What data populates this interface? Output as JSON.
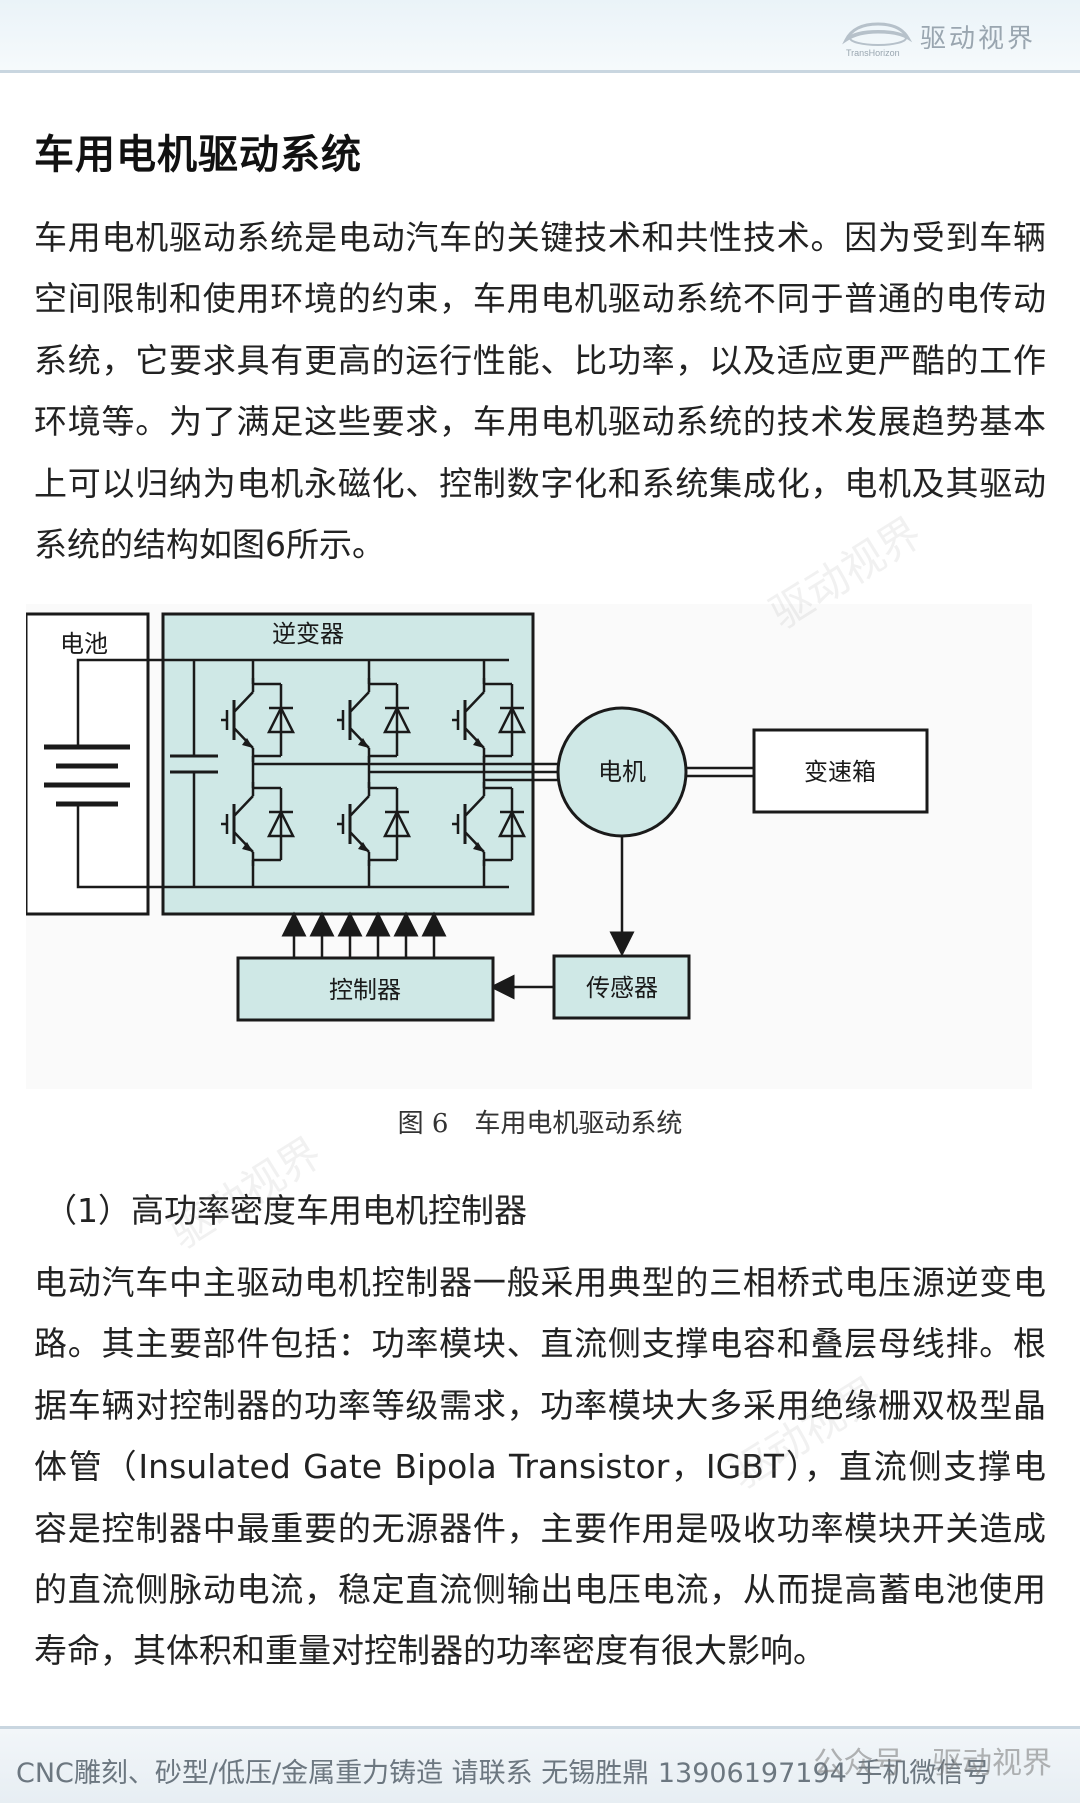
{
  "header": {
    "brand_name": "驱动视界",
    "brand_sub": "TransHorizon"
  },
  "article": {
    "title": "车用电机驱动系统",
    "para1": "车用电机驱动系统是电动汽车的关键技术和共性技术。因为受到车辆空间限制和使用环境的约束，车用电机驱动系统不同于普通的电传动系统，它要求具有更高的运行性能、比功率，以及适应更严酷的工作环境等。为了满足这些要求，车用电机驱动系统的技术发展趋势基本上可以归纳为电机永磁化、控制数字化和系统集成化，电机及其驱动系统的结构如图6所示。",
    "subhead": "（1）高功率密度车用电机控制器",
    "para2": "电动汽车中主驱动电机控制器一般采用典型的三相桥式电压源逆变电路。其主要部件包括：功率模块、直流侧支撑电容和叠层母线排。根据车辆对控制器的功率等级需求，功率模块大多采用绝缘栅双极型晶体管（Insulated Gate Bipola Transistor，IGBT），直流侧支撑电容是控制器中最重要的无源器件，主要作用是吸收功率模块开关造成的直流侧脉动电流，稳定直流侧输出电压电流，从而提高蓄电池使用寿命，其体积和重量对控制器的功率密度有很大影响。"
  },
  "figure": {
    "battery_label": "电池",
    "inverter_label": "逆变器",
    "motor_label": "电机",
    "gearbox_label": "变速箱",
    "controller_label": "控制器",
    "sensor_label": "传感器",
    "caption": "图 6　车用电机驱动系统",
    "colors": {
      "block_fill": "#cfe8e6",
      "line": "#1a1a1a"
    }
  },
  "watermark": {
    "text": "驱动视界"
  },
  "footer": {
    "text": "CNC雕刻、砂型/低压/金属重力铸造 请联系 无锡胜鼎 13906197194 手机微信号",
    "overlay": "公众号 · 驱动视界"
  }
}
